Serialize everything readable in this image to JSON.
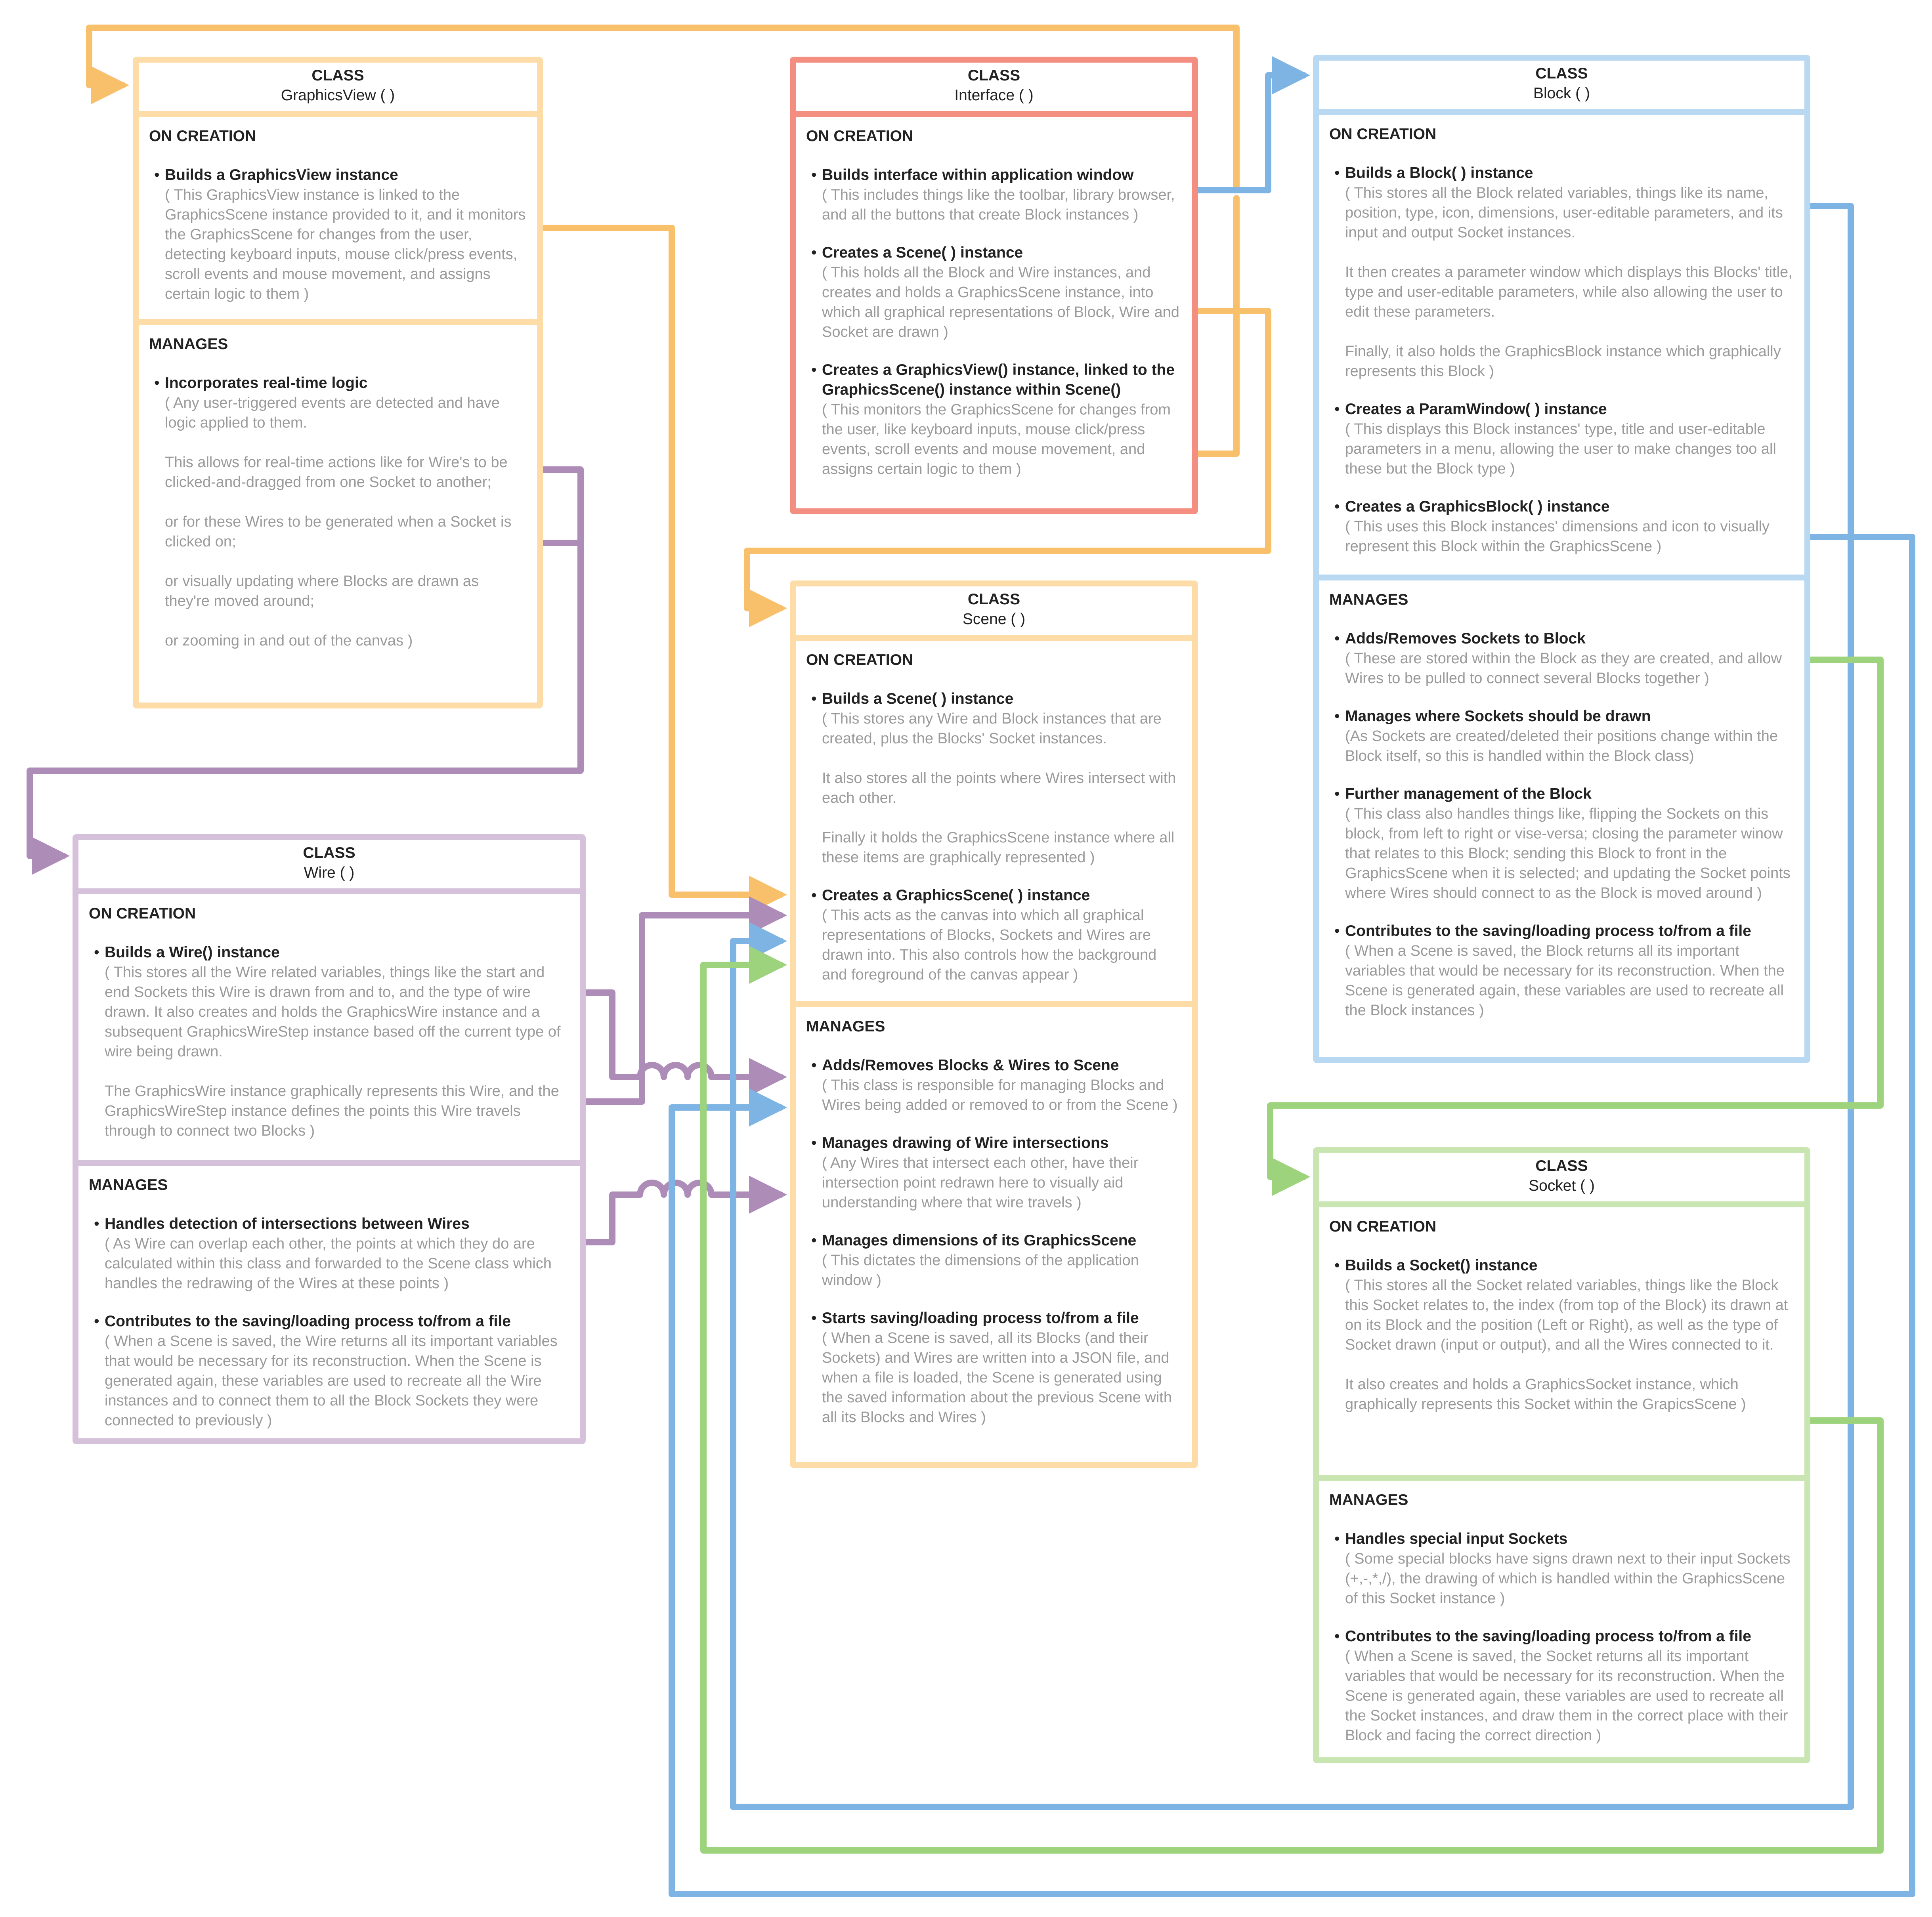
{
  "colors": {
    "orange": "#F9C06C",
    "orange_light": "#FDDCA7",
    "red": "#F48E80",
    "blue": "#7DB4E3",
    "blue_light": "#B9D8F1",
    "purple": "#AD8CB7",
    "purple_light": "#D6C1DB",
    "green": "#9DD37C",
    "green_light": "#C9E6B2"
  },
  "boxes": {
    "graphicsview": {
      "kw": "CLASS",
      "name": "GraphicsView (  )",
      "creation_head": "ON CREATION",
      "creation_items": [
        {
          "title": "Builds a GraphicsView instance",
          "paras": [
            "( This GraphicsView instance is linked to the GraphicsScene instance provided to it, and it monitors the GraphicsScene for changes from the user, detecting keyboard inputs, mouse click/press events, scroll events and mouse movement, and assigns certain logic to them )"
          ]
        }
      ],
      "manages_head": "MANAGES",
      "manages_items": [
        {
          "title": "Incorporates real-time logic",
          "paras": [
            "( Any user-triggered events are detected and have logic applied to them.",
            "This allows for real-time actions like for Wire's to be clicked-and-dragged from one Socket to another;",
            "or for these Wires to be generated when a Socket is clicked on;",
            "or visually updating where Blocks are drawn as they're moved around;",
            "or zooming in and out of the canvas  )"
          ]
        }
      ]
    },
    "interface": {
      "kw": "CLASS",
      "name": "Interface (  )",
      "creation_head": "ON CREATION",
      "creation_items": [
        {
          "title": "Builds interface within application window",
          "paras": [
            "( This includes things like the toolbar, library browser, and all the buttons that create Block instances )"
          ]
        },
        {
          "title": "Creates a Scene( ) instance",
          "paras": [
            "( This holds all the Block and Wire instances, and creates and holds a GraphicsScene instance, into which all graphical representations of Block, Wire and Socket are drawn )"
          ]
        },
        {
          "title": "Creates a GraphicsView() instance, linked to the GraphicsScene() instance within Scene()",
          "paras": [
            "( This monitors the GraphicsScene for changes from the user, like keyboard inputs, mouse click/press events, scroll events and mouse movement, and assigns certain logic to them )"
          ]
        }
      ]
    },
    "block": {
      "kw": "CLASS",
      "name": "Block (  )",
      "creation_head": "ON CREATION",
      "creation_items": [
        {
          "title": "Builds a Block( ) instance",
          "paras": [
            "( This stores all the Block related variables, things like its name, position, type, icon, dimensions, user-editable parameters, and its input and output Socket instances.",
            "It then creates a parameter window which displays this Blocks' title, type and user-editable parameters, while also allowing the user to edit these parameters.",
            "Finally, it also holds the GraphicsBlock instance which graphically represents this Block )"
          ]
        },
        {
          "title": "Creates a ParamWindow( ) instance",
          "paras": [
            "( This displays this Block instances' type, title and user-editable parameters in a menu, allowing the user to make changes too all these but the Block type )"
          ]
        },
        {
          "title": "Creates a GraphicsBlock( ) instance",
          "paras": [
            "( This uses this Block instances' dimensions and icon to visually represent this Block within the GraphicsScene )"
          ]
        }
      ],
      "manages_head": "MANAGES",
      "manages_items": [
        {
          "title": "Adds/Removes Sockets to Block",
          "paras": [
            "( These are stored within the Block as they are created, and allow Wires to be pulled to connect several Blocks together )"
          ]
        },
        {
          "title": "Manages where Sockets should be drawn",
          "paras": [
            "(As Sockets are created/deleted their positions change within the Block itself, so this is handled within the Block class)"
          ]
        },
        {
          "title": "Further management of the Block",
          "paras": [
            "( This class also handles things like, flipping the Sockets on this block, from left to right or vise-versa; closing the parameter winow that relates to this Block; sending this Block to front in the GraphicsScene when it is selected; and updating the Socket points where Wires should connect to as the Block is moved around  )"
          ]
        },
        {
          "title": "Contributes to the saving/loading process to/from a file",
          "paras": [
            "( When a Scene is saved, the Block returns all its important variables that would be necessary for its reconstruction. When the Scene is generated again, these variables are used to recreate all the Block instances )"
          ]
        }
      ]
    },
    "scene": {
      "kw": "CLASS",
      "name": "Scene (  )",
      "creation_head": "ON CREATION",
      "creation_items": [
        {
          "title": "Builds a Scene( ) instance",
          "paras": [
            "( This stores any Wire and Block instances that are created, plus the Blocks' Socket instances.",
            "It also stores all the points where Wires intersect with each other.",
            "Finally it holds the GraphicsScene instance where all these items are graphically represented )"
          ]
        },
        {
          "title": "Creates a GraphicsScene( ) instance",
          "paras": [
            "( This acts as the canvas into which all graphical representations of Blocks, Sockets and Wires are drawn into. This also controls how the background and foreground of the canvas appear )"
          ]
        }
      ],
      "manages_head": "MANAGES",
      "manages_items": [
        {
          "title": "Adds/Removes Blocks & Wires to Scene",
          "paras": [
            "( This class is responsible for managing Blocks and Wires being added or removed to or from the Scene )"
          ]
        },
        {
          "title": "Manages drawing of Wire intersections",
          "paras": [
            "( Any Wires that intersect each other, have their intersection point redrawn here to visually aid understanding where that wire travels )"
          ]
        },
        {
          "title": "Manages dimensions of its GraphicsScene",
          "paras": [
            "( This dictates the dimensions of the application window )"
          ]
        },
        {
          "title": "Starts saving/loading process to/from a file",
          "paras": [
            "( When a Scene is saved, all its Blocks (and their Sockets) and Wires are written into a JSON file, and when a file is loaded, the Scene is generated using the saved information about the previous Scene with all its Blocks and Wires )"
          ]
        }
      ]
    },
    "wire": {
      "kw": "CLASS",
      "name": "Wire (  )",
      "creation_head": "ON CREATION",
      "creation_items": [
        {
          "title": "Builds a Wire() instance",
          "paras": [
            "( This stores all the Wire related variables, things like the start and end Sockets this Wire is drawn from and to, and the type of wire drawn. It also creates and holds the GraphicsWire instance and a subsequent GraphicsWireStep instance based off the current type of wire being drawn.",
            "The GraphicsWire instance graphically represents this Wire, and the GraphicsWireStep instance defines the points this Wire travels through to connect two Blocks )"
          ]
        }
      ],
      "manages_head": "MANAGES",
      "manages_items": [
        {
          "title": "Handles detection of intersections between Wires",
          "paras": [
            "( As Wire can overlap each other, the points at which they do are calculated within this class and forwarded to the Scene class which handles the redrawing of the Wires at these points )"
          ]
        },
        {
          "title": "Contributes to the saving/loading process to/from a file",
          "paras": [
            "( When a Scene is saved, the Wire returns all its important variables that would be necessary for its reconstruction. When the Scene is generated again, these variables are used to recreate all the Wire instances and to connect them to all the Block Sockets they were connected to previously )"
          ]
        }
      ]
    },
    "socket": {
      "kw": "CLASS",
      "name": "Socket (  )",
      "creation_head": "ON CREATION",
      "creation_items": [
        {
          "title": "Builds a Socket() instance",
          "paras": [
            "( This stores all the Socket related variables, things like the Block this Socket relates to, the index (from top of the Block) its drawn at on its Block and the position (Left or Right), as well as the type of Socket drawn (input or output), and all the Wires connected to it.",
            "It also creates and holds a GraphicsSocket instance, which graphically represents this Socket within the GrapicsScene )"
          ]
        }
      ],
      "manages_head": "MANAGES",
      "manages_items": [
        {
          "title": "Handles special input Sockets",
          "paras": [
            "( Some special blocks have signs drawn next to their input Sockets (+,-,*,/), the drawing of which is handled within the GraphicsScene of this Socket instance )"
          ]
        },
        {
          "title": "Contributes to the saving/loading process to/from a file",
          "paras": [
            "( When a Scene is saved, the Socket returns all its important variables that would be necessary for its reconstruction. When the Scene is generated again, these variables are used to recreate all the Socket instances, and draw them in the correct place with their Block and facing the correct direction )"
          ]
        }
      ]
    }
  }
}
